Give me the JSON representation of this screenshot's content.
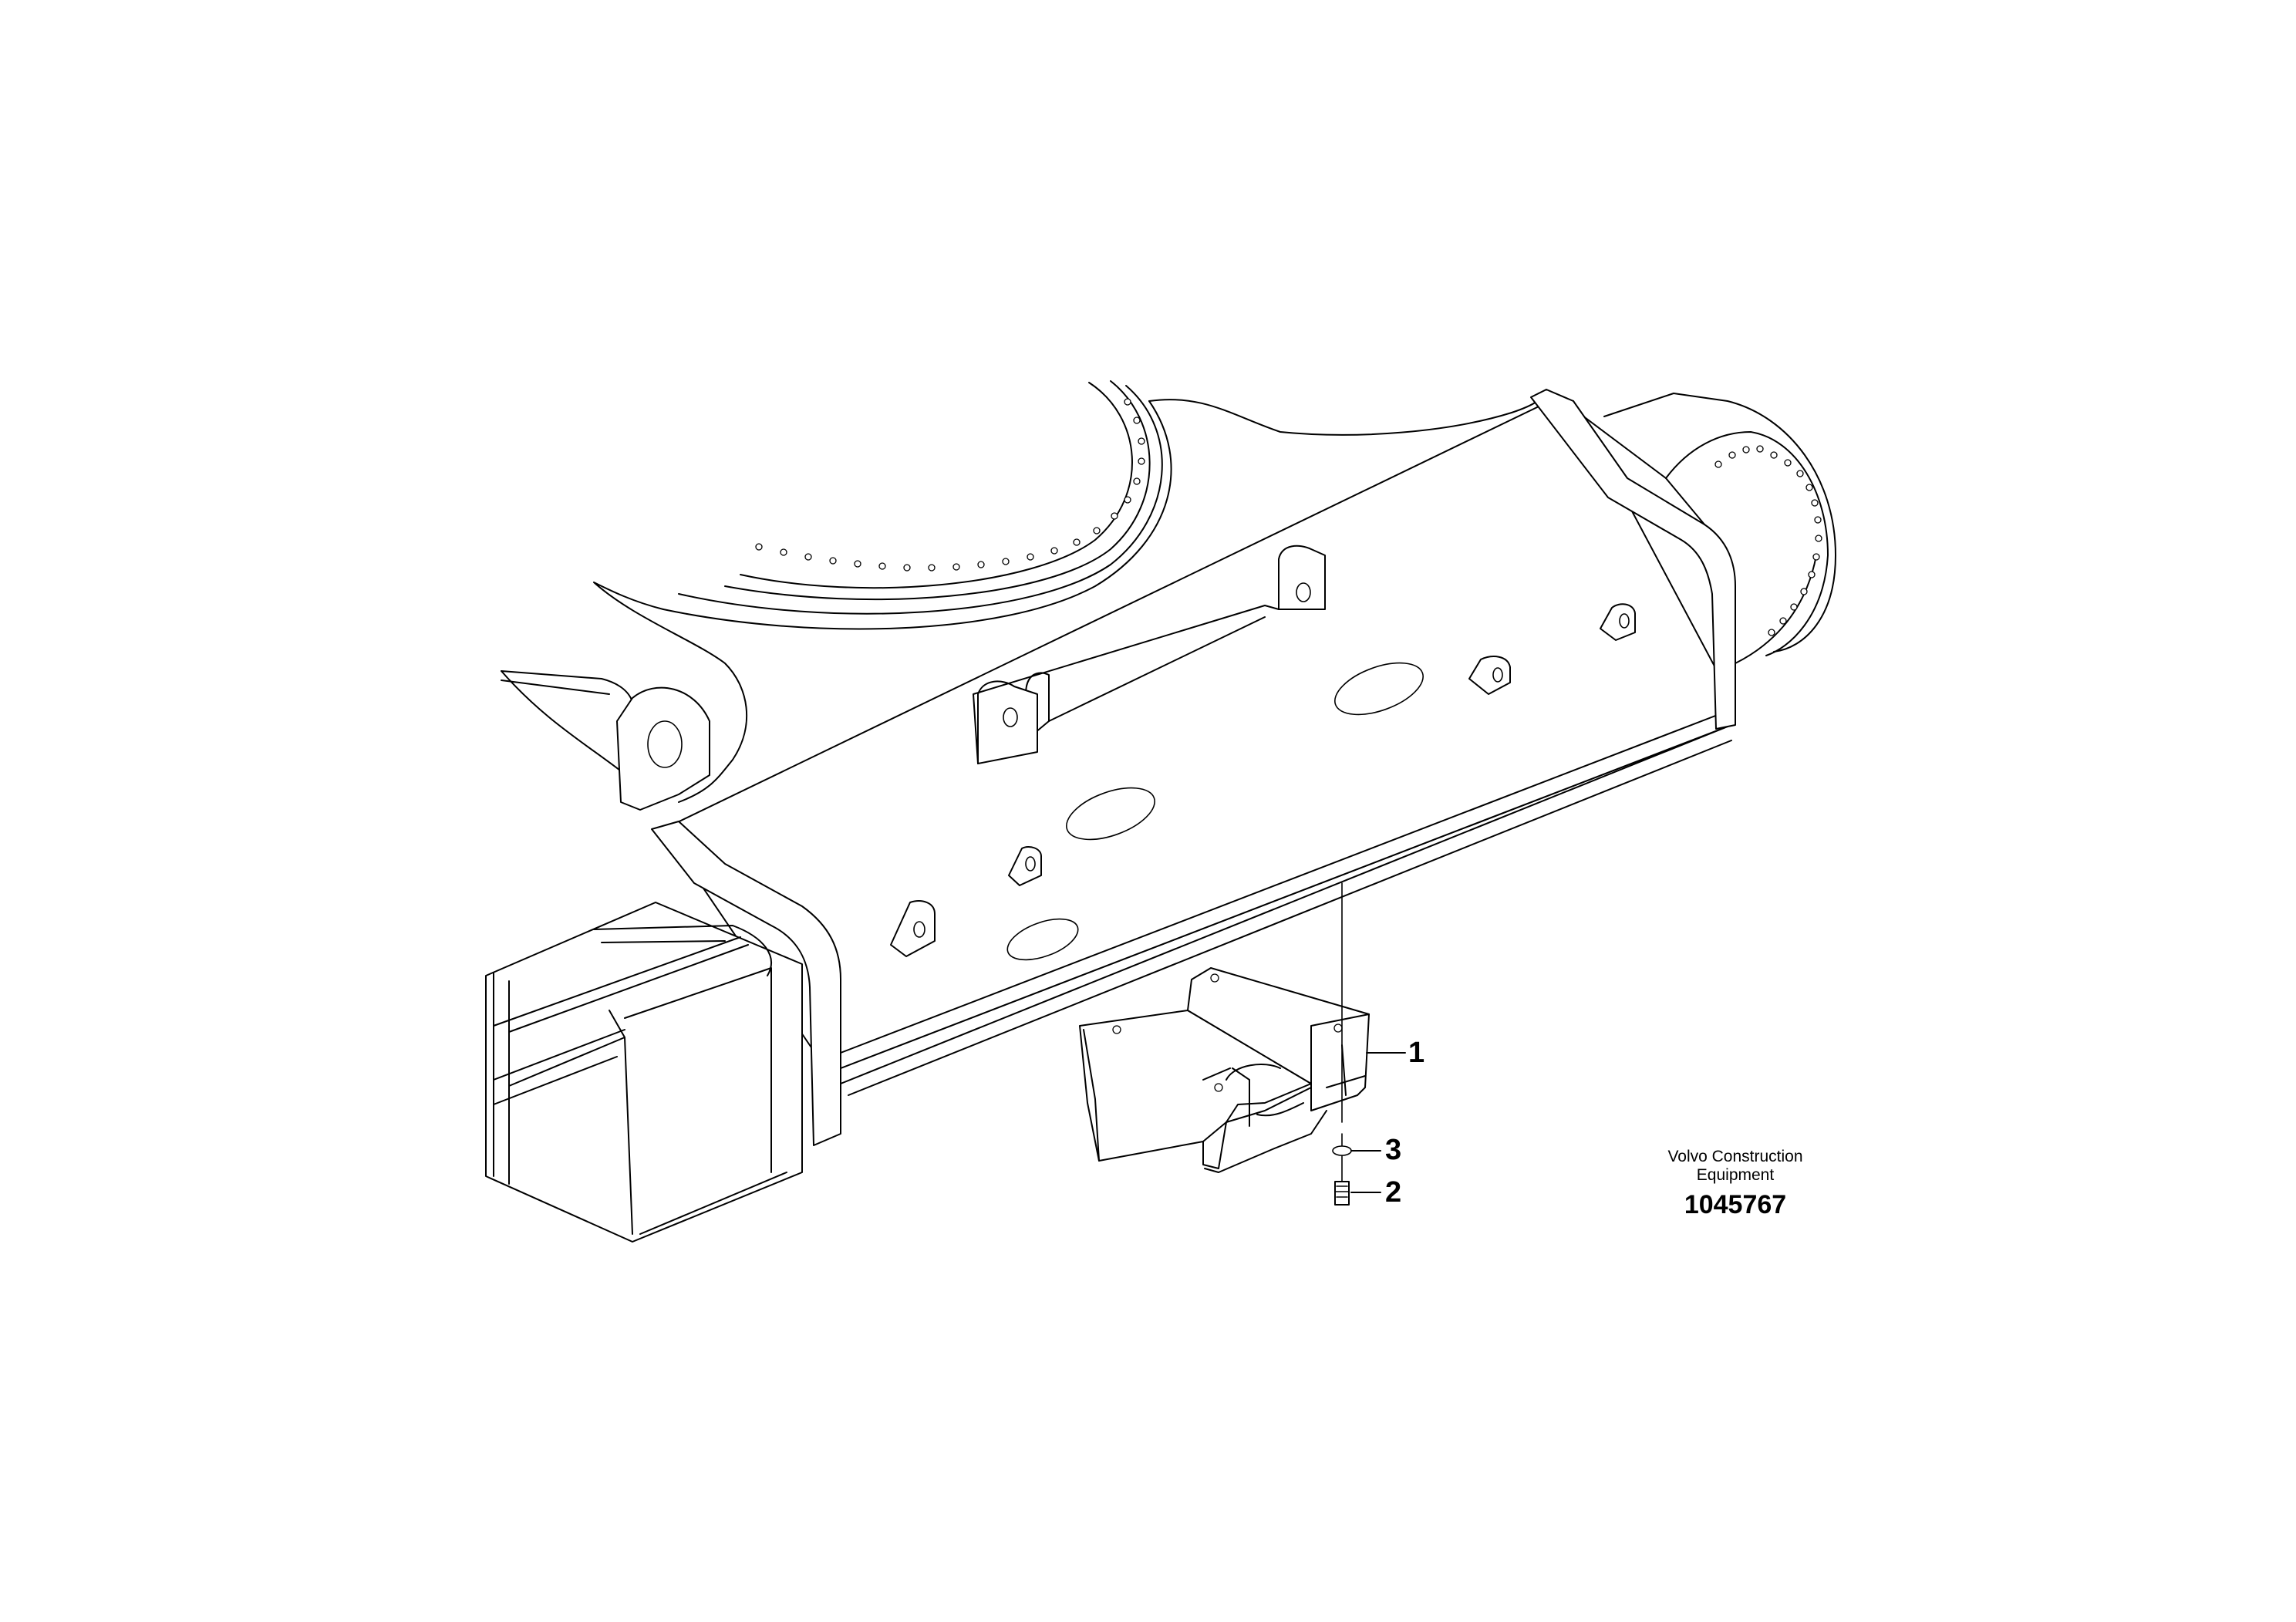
{
  "callouts": [
    {
      "number": "1"
    },
    {
      "number": "3"
    },
    {
      "number": "2"
    }
  ],
  "caption": {
    "line1": "Volvo Construction",
    "line2": "Equipment",
    "id": "1045767"
  },
  "colors": {
    "line": "#000000",
    "background": "#ffffff"
  }
}
